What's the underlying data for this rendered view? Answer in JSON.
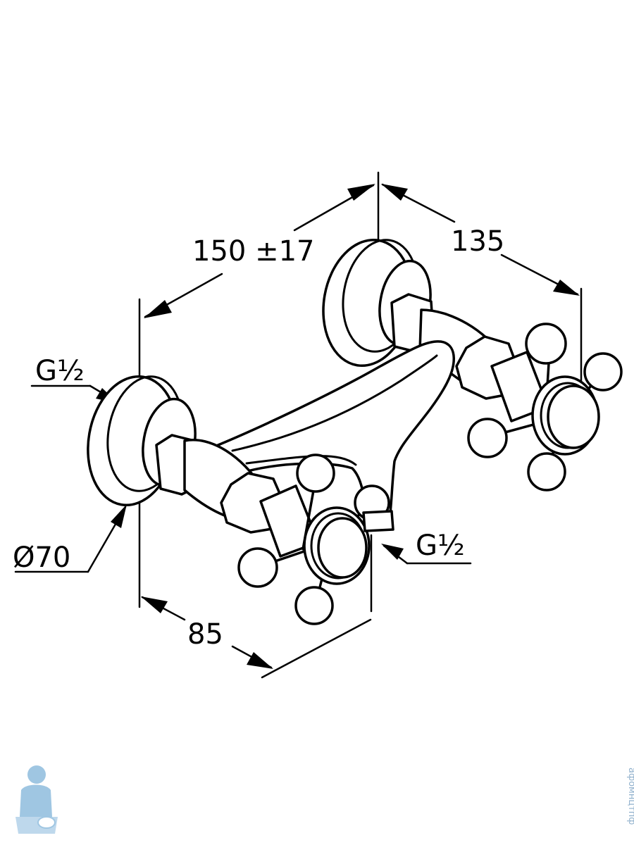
{
  "dimensions": {
    "inlet_distance": "150 ±17",
    "projection": "135",
    "depth": "85",
    "rosette_diameter": "Ø70",
    "inlet_thread": "G½",
    "outlet_thread": "G½"
  },
  "watermark": {
    "text": "афомнцтпф"
  },
  "colors": {
    "line": "#000000",
    "background": "#ffffff",
    "mascot": "#7fb3d9"
  }
}
